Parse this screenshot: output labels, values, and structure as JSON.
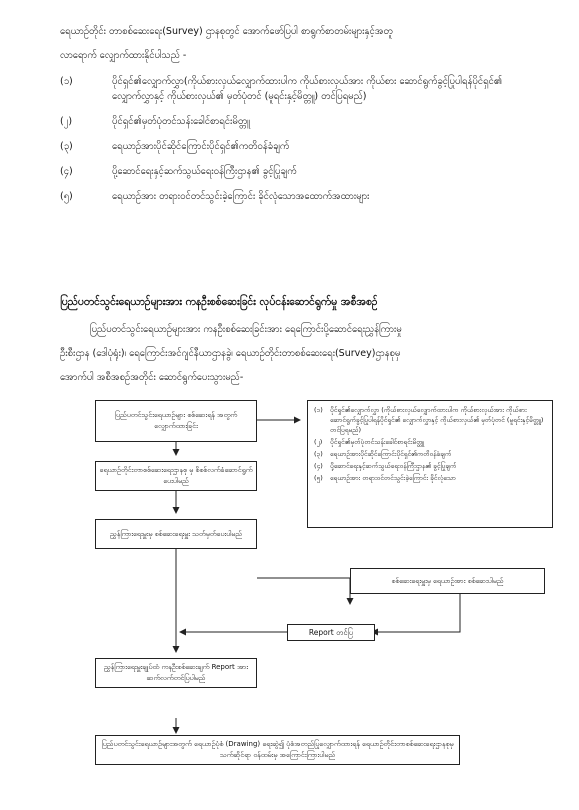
{
  "intro": {
    "line1": "ရေယာဉ်တိုင်း တာစစ်ဆေးရေး(Survey) ဌာနစုတွင် အောက်ဖော်ပြပါ စာရွက်စာတမ်းများနှင့်အတူ",
    "line2": "လာရောက် လျှောက်ထားနိုင်ပါသည် -"
  },
  "requirements": [
    {
      "num": "(၁)",
      "text": "ပိုင်ရှင်၏လျှောက်လွှာ(ကိုယ်စားလှယ်လျှောက်ထားပါက ကိုယ်စားလှယ်အား ကိုယ်စား ဆောင်ရွက်ခွင့်ပြုပါရန်ပိုင်ရှင်၏ လျှောက်လွှာနှင့် ကိုယ်စားလှယ်၏ မှတ်ပုံတင် (မူရင်းနှင့်မိတ္တူ) တင်ပြရမည်)"
    },
    {
      "num": "(၂)",
      "text": "ပိုင်ရှင်၏မှတ်ပုံတင်သန်းခေါင်စာရင်းမိတ္တူ"
    },
    {
      "num": "(၃)",
      "text": "ရေယာဉ်အားပိုင်ဆိုင်ကြောင်းပိုင်ရှင်၏ကတိဝန်ခံချက်"
    },
    {
      "num": "(၄)",
      "text": "ပို့ဆောင်ရေးနှင့်ဆက်သွယ်ရေးဝန်ကြီးဌာန၏ ခွင့်ပြုချက်"
    },
    {
      "num": "(၅)",
      "text": "ရေယာဉ်အား တရားဝင်တင်သွင်းခဲ့ကြောင်း ခိုင်လုံသောအထောက်အထားများ"
    }
  ],
  "section": {
    "heading": "ပြည်ပတင်သွင်းရေယာဉ်များအား ကနဦးစစ်ဆေးခြင်း လုပ်ငန်းဆောင်ရွက်မှု အစီအစဉ်",
    "para_line1": "ပြည်ပတင်သွင်းရေယာဉ်များအား ကနဦးစစ်ဆေးခြင်းအား ရေကြောင်းပို့ဆောင်ရေးညွှန်ကြားမှု",
    "para_line2": "ဦးစီးဌာန (ဒေါပုံရုံး)၊ ရေကြောင်းအင်ဂျင်နီယာဌာနခွဲ၊ ရေယာဉ်တိုင်းတာစစ်ဆေးရေး(Survey)ဌာနစုမှ",
    "para_line3": "အောက်ပါ အစီအစဉ်အတိုင်း ဆောင်ရွက်ပေးသွားမည်-"
  },
  "flow": {
    "box1": "ပြည်ပတင်သွင်းရေယာဉ်များ စစ်ဆေးရန် အတွက် လျှောက်ထားခြင်း",
    "box2": "ရေယာဉ်တိုင်းတာစစ်ဆေးရေးဌာနစု မှ စိစစ်လက်ခံဆောင်ရွက်ပေးပါမည်",
    "box3": "ညွှန်ကြားရေးမှူးမှ စစ်ဆေးရေးမှူး သတ်မှတ်ပေးပါမည်",
    "box4": "စစ်ဆေးရေးမှူးမှ ရေယာဉ်အား စစ်ဆေးပါမည်",
    "box5": "Report တင်ပြ",
    "box6": "ညွှန်ကြားရေးမှူးချုပ်ထံ ကနဦးစစ်ဆေးချက် Report အား ဆက်လက်တင်ပြပါမည်",
    "box7": "ပြည်ပတင်သွင်းရေယာဉ်များအတွက် ရေယာဉ်ပုံစံ (Drawing) ရေးဆွဲ၍ ပုံစံအတည်ပြုလျှောက်ထားရန် ရေယာဉ်တိုင်းတာစစ်ဆေးရေးဌာနစုမှ သက်ဆိုင်ရာ ဝန်ထမ်းမှ အကြောင်းကြားပါမည်",
    "docs": [
      {
        "num": "(၁)",
        "text": "ပိုင်ရှင်၏လျှောက်လွှာ (ကိုယ်စားလှယ်လျှောက်ထားပါက ကိုယ်စားလှယ်အား ကိုယ်စား ဆောင်ရွက်ခွင့်ပြုပါရန်ပိုင်ရှင်၏ လျှောက်လွှာနှင့် ကိုယ်စားလှယ်၏ မှတ်ပုံတင် (မူရင်းနှင့်မိတ္တူ) တင်ပြရမည်)"
      },
      {
        "num": "(၂)",
        "text": "ပိုင်ရှင်၏မှတ်ပုံတင်သန်းခေါင်စာရင်းမိတ္တူ"
      },
      {
        "num": "(၃)",
        "text": "ရေယာဉ်အားပိုင်ဆိုင်ကြောင်းပိုင်ရှင်၏ကတိဝန်ခံချက်"
      },
      {
        "num": "(၄)",
        "text": "ပို့ဆောင်ရေးနှင့်ဆက်သွယ်ရေးဝန်ကြီးဌာန၏ ခွင့်ပြုချက်"
      },
      {
        "num": "(၅)",
        "text": "ရေယာဉ်အား တရားဝင်တင်သွင်းခဲ့ကြောင်း ခိုင်လုံသော"
      }
    ]
  }
}
